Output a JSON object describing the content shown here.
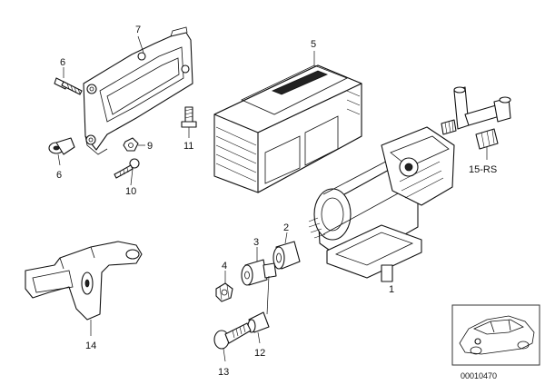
{
  "callouts": {
    "c1": "1",
    "c2": "2",
    "c3": "3",
    "c4": "4",
    "c5": "5",
    "c6a": "6",
    "c6b": "6",
    "c7": "7",
    "c9": "9",
    "c10": "10",
    "c11": "11",
    "c12": "12",
    "c13": "13",
    "c14": "14",
    "c15": "15-RS"
  },
  "diagram_code": "00010470"
}
